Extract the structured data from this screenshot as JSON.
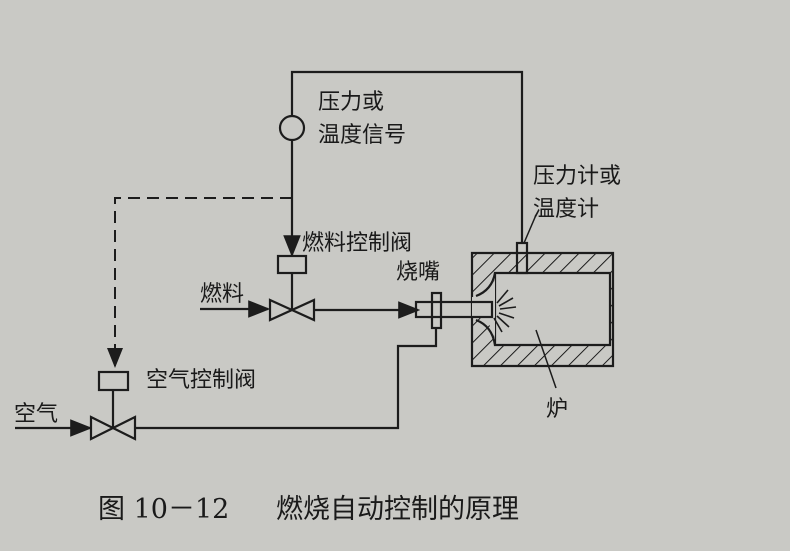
{
  "diagram": {
    "signal_label_1": "压力或",
    "signal_label_2": "温度信号",
    "gauge_label_1": "压力计或",
    "gauge_label_2": "温度计",
    "fuel_valve_label": "燃料控制阀",
    "burner_label": "烧嘴",
    "fuel_label": "燃料",
    "air_valve_label": "空气控制阀",
    "air_label": "空气",
    "furnace_label": "炉"
  },
  "caption": {
    "number": "图 10－12",
    "title": "燃烧自动控制的原理"
  }
}
